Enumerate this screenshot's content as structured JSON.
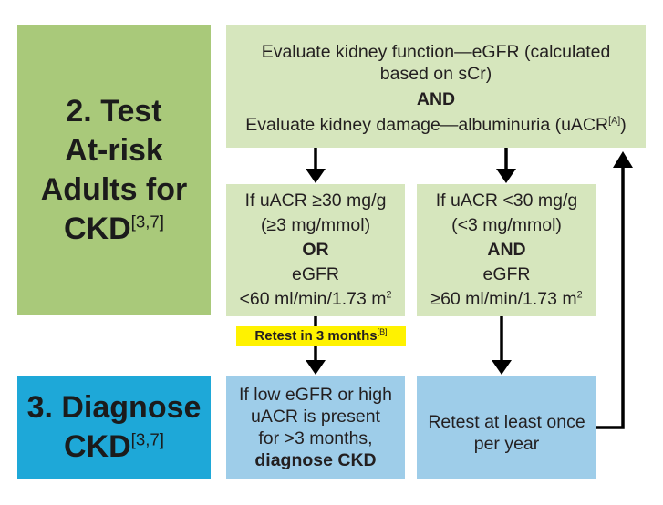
{
  "step2": {
    "line1": "2. Test",
    "line2": "At-risk",
    "line3": "Adults for",
    "line4": "CKD",
    "ref": "[3,7]"
  },
  "step3": {
    "line1": "3. Diagnose",
    "line2": "CKD",
    "ref": "[3,7]"
  },
  "evaluate": {
    "line1": "Evaluate kidney function—eGFR (calculated",
    "line2": "based on sCr)",
    "and": "AND",
    "line3": "Evaluate kidney damage—albuminuria (uACR",
    "ref": "[A]",
    "close": ")"
  },
  "high_branch": {
    "line1": "If uACR ≥30 mg/g",
    "line2": "(≥3 mg/mmol)",
    "connector": "OR",
    "line3": "eGFR",
    "line4": "<60 ml/min/1.73 m",
    "sup": "2"
  },
  "low_branch": {
    "line1": "If uACR <30 mg/g",
    "line2": "(<3 mg/mmol)",
    "connector": "AND",
    "line3": "eGFR",
    "line4": "≥60 ml/min/1.73 m",
    "sup": "2"
  },
  "retest_badge": {
    "text": "Retest in 3 months",
    "ref": "[B]"
  },
  "diagnose_box": {
    "line1": "If low eGFR or high",
    "line2": "uACR is present",
    "line3": "for >3 months,",
    "line4": "diagnose CKD"
  },
  "retest_box": {
    "line1": "Retest at least once",
    "line2": "per year"
  },
  "colors": {
    "step2_green": "#a9c97a",
    "step3_blue": "#1ea8d8",
    "light_green": "#d6e6bd",
    "light_blue": "#9ecde9",
    "highlight": "#fff200",
    "arrow": "#000000"
  }
}
